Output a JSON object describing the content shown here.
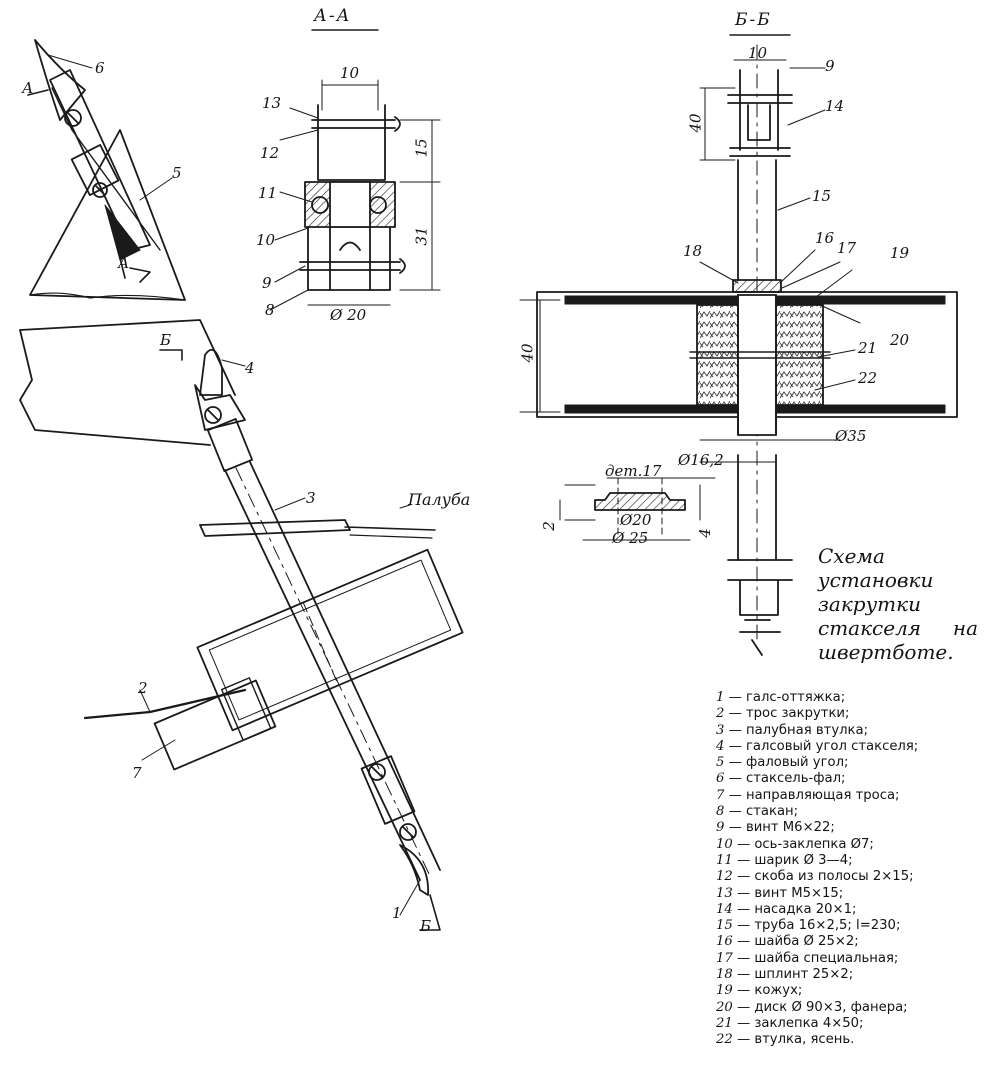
{
  "figure": {
    "section_aa_title": "А-А",
    "section_bb_title": "Б-Б",
    "cut_label_a": "А",
    "cut_label_b": "Б",
    "deck_label": "Палуба",
    "callouts_main": {
      "c1": "1",
      "c2": "2",
      "c3": "3",
      "c4": "4",
      "c5": "5",
      "c6": "6",
      "c7": "7"
    },
    "callouts_aa": {
      "c8": "8",
      "c9": "9",
      "c10": "10",
      "c11": "11",
      "c12": "12",
      "c13": "13"
    },
    "callouts_bb": {
      "c9": "9",
      "c14": "14",
      "c15": "15",
      "c16": "16",
      "c17": "17",
      "c18": "18",
      "c19": "19",
      "c20": "20",
      "c21": "21",
      "c22": "22"
    },
    "dims_aa": {
      "d10": "10",
      "d15": "15",
      "d31": "31",
      "d20": "Ø 20"
    },
    "dims_bb": {
      "d10": "10",
      "d40a": "40",
      "d40b": "40",
      "d35": "Ø35",
      "d16": "Ø16,2"
    },
    "detail": {
      "title": "дет.17",
      "d20": "Ø20",
      "d25": "Ø 25",
      "d2": "2",
      "d4": "4"
    }
  },
  "caption": "Схема установки закрутки стакселя на швертботе.",
  "legend": [
    {
      "num": "1",
      "text": "— галс-оттяжка;"
    },
    {
      "num": "2",
      "text": "— трос закрутки;"
    },
    {
      "num": "3",
      "text": "— палубная втулка;"
    },
    {
      "num": "4",
      "text": "— галсовый угол стакселя;"
    },
    {
      "num": "5",
      "text": "— фаловый угол;"
    },
    {
      "num": "6",
      "text": "— стаксель-фал;"
    },
    {
      "num": "7",
      "text": "— направляющая троса;"
    },
    {
      "num": "8",
      "text": "— стакан;"
    },
    {
      "num": "9",
      "text": "— винт М6×22;"
    },
    {
      "num": "10",
      "text": "— ось-заклепка Ø7;"
    },
    {
      "num": "11",
      "text": "— шарик Ø 3—4;"
    },
    {
      "num": "12",
      "text": "— скоба из полосы 2×15;"
    },
    {
      "num": "13",
      "text": "— винт М5×15;"
    },
    {
      "num": "14",
      "text": "— насадка 20×1;"
    },
    {
      "num": "15",
      "text": "— труба 16×2,5; l=230;"
    },
    {
      "num": "16",
      "text": "— шайба Ø 25×2;"
    },
    {
      "num": "17",
      "text": "— шайба специальная;"
    },
    {
      "num": "18",
      "text": "— шплинт 25×2;"
    },
    {
      "num": "19",
      "text": "— кожух;"
    },
    {
      "num": "20",
      "text": "— диск Ø 90×3, фанера;"
    },
    {
      "num": "21",
      "text": "— заклепка 4×50;"
    },
    {
      "num": "22",
      "text": "— втулка, ясень."
    }
  ]
}
